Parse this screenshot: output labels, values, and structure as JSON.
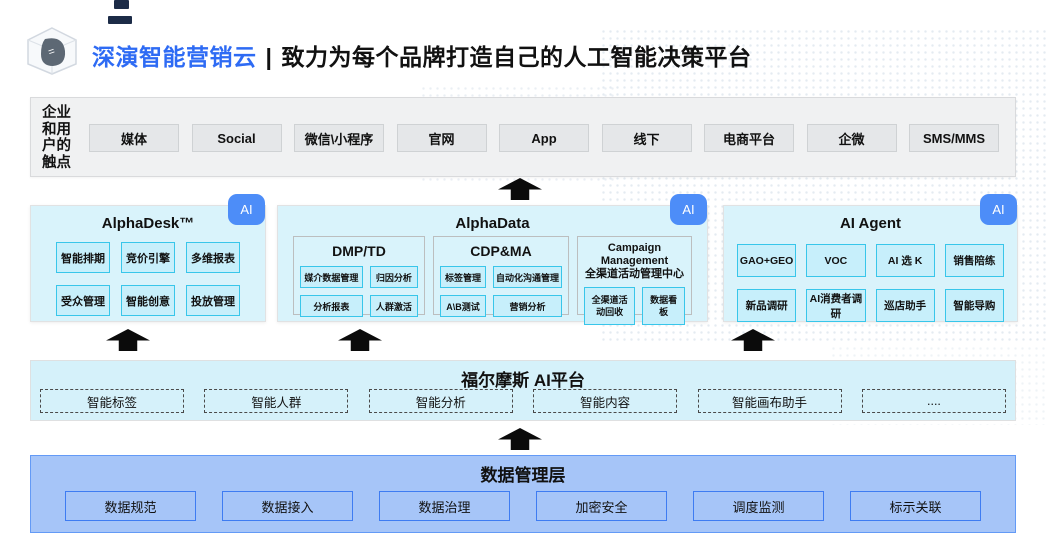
{
  "header": {
    "brand": "深演智能营销云",
    "separator": "|",
    "tagline": "致力为每个品牌打造自己的人工智能决策平台",
    "brand_color": "#2e6bf4"
  },
  "touchpoints": {
    "label": "企业和用户的触点",
    "items": [
      "媒体",
      "Social",
      "微信\\小程序",
      "官网",
      "App",
      "线下",
      "电商平台",
      "企微",
      "SMS/MMS"
    ]
  },
  "panels": [
    {
      "title": "AlphaDesk™",
      "badge": "AI",
      "items": [
        "智能排期",
        "竞价引擎",
        "多维报表",
        "受众管理",
        "智能创意",
        "投放管理"
      ]
    },
    {
      "title": "AlphaData",
      "badge": "AI",
      "subpanels": [
        {
          "title": "DMP/TD",
          "items": [
            "媒介数据管理",
            "归因分析",
            "分析报表",
            "人群激活"
          ]
        },
        {
          "title": "CDP&MA",
          "items": [
            "标签管理",
            "自动化沟通管理",
            "A\\B测试",
            "营销分析"
          ]
        },
        {
          "title_line1": "Campaign Management",
          "title_line2": "全渠道活动管理中心",
          "items": [
            "全渠道活动回收",
            "数据看板"
          ]
        }
      ]
    },
    {
      "title": "AI Agent",
      "badge": "AI",
      "items": [
        "GAO+GEO",
        "VOC",
        "AI 选 K",
        "销售陪练",
        "新品调研",
        "AI消费者调研",
        "巡店助手",
        "智能导购"
      ]
    }
  ],
  "ai_platform": {
    "title": "福尔摩斯 AI平台",
    "items": [
      "智能标签",
      "智能人群",
      "智能分析",
      "智能内容",
      "智能画布助手",
      "...."
    ]
  },
  "data_layer": {
    "title": "数据管理层",
    "items": [
      "数据规范",
      "数据接入",
      "数据治理",
      "加密安全",
      "调度监测",
      "标示关联"
    ]
  },
  "colors": {
    "accent_blue": "#2e6bf4",
    "badge_blue": "#4d8df8",
    "panel_cyan": "#d9f3fb",
    "item_cyan_border": "#38c6ea",
    "data_band_blue": "#a6c5f8"
  }
}
